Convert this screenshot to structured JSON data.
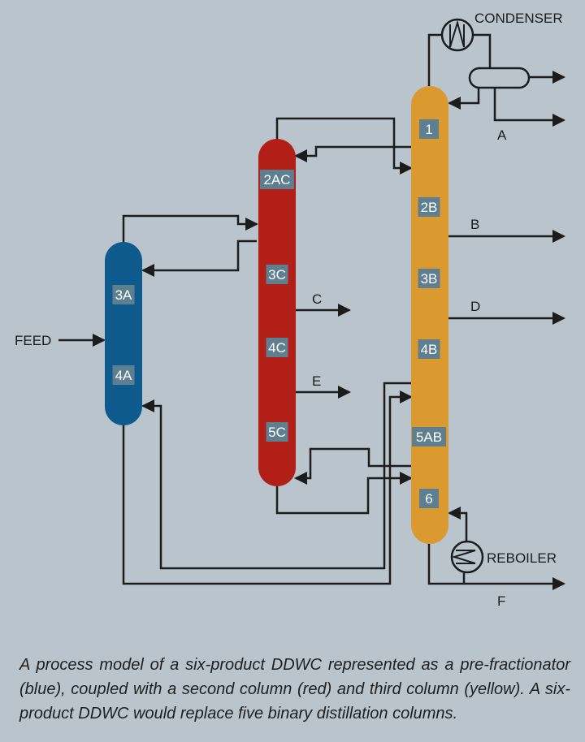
{
  "diagram": {
    "title": "Six-product DDWC process model",
    "colors": {
      "background": "#b9c4cd",
      "prefractionator": "#0f5a8c",
      "second_column": "#b21f17",
      "third_column": "#db9a30",
      "section_tag": "#5d7f8f",
      "line": "#1c1c1c"
    },
    "labels": {
      "feed": "FEED",
      "condenser": "CONDENSER",
      "reboiler": "REBOILER"
    },
    "columns": [
      {
        "name": "prefractionator",
        "color_name": "blue",
        "sections": [
          "3A",
          "4A"
        ]
      },
      {
        "name": "second-column",
        "color_name": "red",
        "sections": [
          "2AC",
          "3C",
          "4C",
          "5C"
        ]
      },
      {
        "name": "third-column",
        "color_name": "yellow",
        "sections": [
          "1",
          "2B",
          "3B",
          "4B",
          "5AB",
          "6"
        ]
      }
    ],
    "products": [
      "A",
      "B",
      "C",
      "D",
      "E",
      "F"
    ]
  },
  "caption": "A process model of a six-product DDWC represented as a pre-fractionator (blue), coupled with a second column (red) and third column (yellow). A six-product DDWC would replace five binary distillation columns."
}
